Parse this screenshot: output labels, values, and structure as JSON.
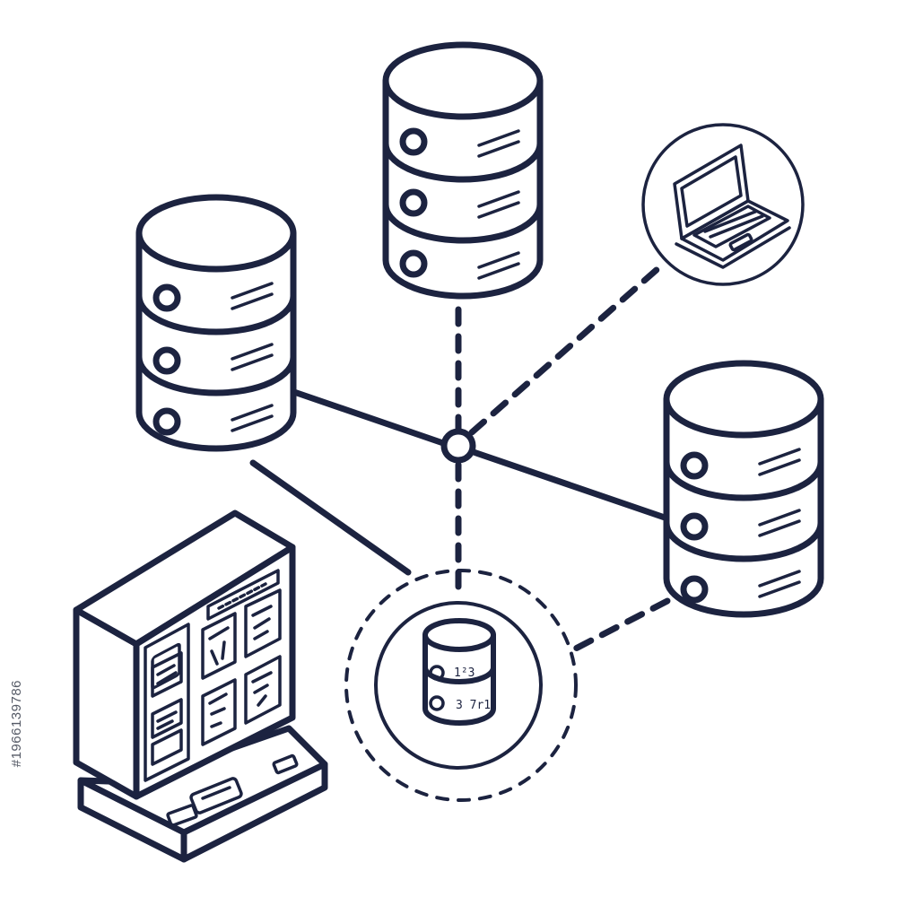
{
  "colors": {
    "ink": "#1c2340",
    "background": "#ffffff"
  },
  "small_db_labels": {
    "top": "1²3",
    "bottom": "3 7r1"
  },
  "watermark": {
    "stock_id": "#1966139786"
  }
}
